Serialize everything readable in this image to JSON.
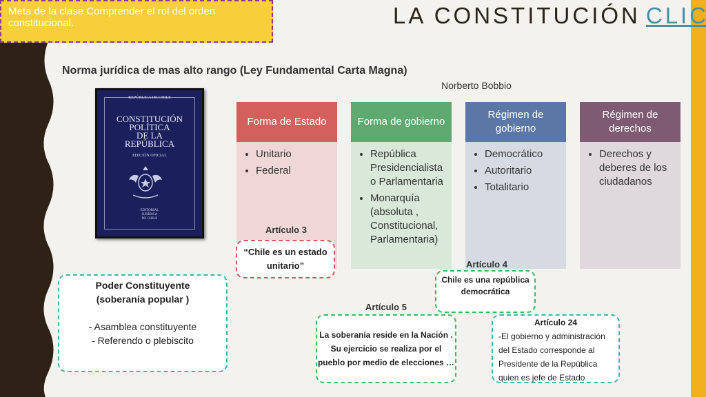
{
  "goal": "Meta de la clase Comprender el rol del orden constitucional.",
  "title": {
    "main": "LA CONSTITUCIÓN",
    "link": "CLICK"
  },
  "subtitle": "Norma jurídica de mas alto rango (Ley Fundamental Carta Magna)",
  "author": "Norberto Bobbio",
  "book": {
    "top": "REPÚBLICA DE CHILE",
    "title_lines": [
      "CONSTITUCIÓN",
      "POLÍTICA",
      "DE LA",
      "REPÚBLICA"
    ],
    "edition": "EDICIÓN OFICIAL",
    "publisher": [
      "EDITORIAL",
      "JURÍDICA",
      "DE CHILE"
    ]
  },
  "columns": [
    {
      "header": "Forma de Estado",
      "items": [
        "Unitario",
        "Federal"
      ]
    },
    {
      "header": "Forma de gobierno",
      "items": [
        "República Presidencialista o Parlamentaria",
        "Monarquía (absoluta , Constitucional, Parlamentaria)"
      ]
    },
    {
      "header": "Régimen de gobierno",
      "items": [
        "Democrático",
        "Autoritario",
        "Totalitario"
      ]
    },
    {
      "header": "Régimen de derechos",
      "items": [
        "Derechos y deberes de los ciudadanos"
      ]
    }
  ],
  "articles": {
    "art3": {
      "label": "Artículo 3",
      "text": "“Chile es un estado unitario”"
    },
    "art4": {
      "label": "Artículo 4",
      "text": "Chile es una república democrática"
    },
    "art5": {
      "label": "Artículo 5",
      "text": "La soberanía reside en la Nación . Su ejercicio se realiza por el pueblo por medio de elecciones …"
    },
    "art24": {
      "label": "Artículo 24",
      "text": "-El gobierno y administración del Estado corresponde al Presidente de la República quien es jefe de Estado"
    }
  },
  "poder": {
    "line1": "Poder Constituyente",
    "line2": "(soberanía popular )",
    "item1": "- Asamblea constituyente",
    "item2": "- Referendo o plebiscito"
  },
  "colors": {
    "accent": "#f2b01e",
    "goal_bg": "#f6cf3a",
    "link": "#4a8fa6"
  }
}
